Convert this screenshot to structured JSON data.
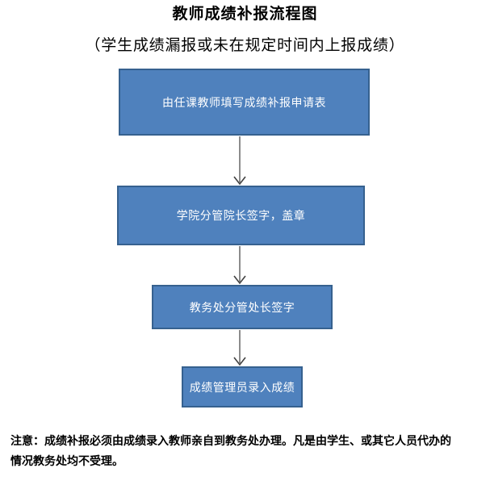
{
  "page": {
    "title": "教师成绩补报流程图",
    "subtitle": "（学生成绩漏报或未在规定时间内上报成绩）"
  },
  "flow": {
    "steps": [
      {
        "label": "由任课教师填写成绩补报申请表"
      },
      {
        "label": "学院分管院长签字，盖章"
      },
      {
        "label": "教务处分管处长签字"
      },
      {
        "label": "成绩管理员录入成绩"
      }
    ]
  },
  "note": {
    "line1": "注意：成绩补报必须由成绩录入教师亲自到教务处办理。凡是由学生、或其它人员代办的",
    "line2": "情况教务处均不受理。"
  },
  "colors": {
    "box_fill": "#4F81BD",
    "box_border": "#36618F",
    "arrow": "#404040",
    "text_on_box": "#FFFFFF",
    "text": "#000000"
  }
}
